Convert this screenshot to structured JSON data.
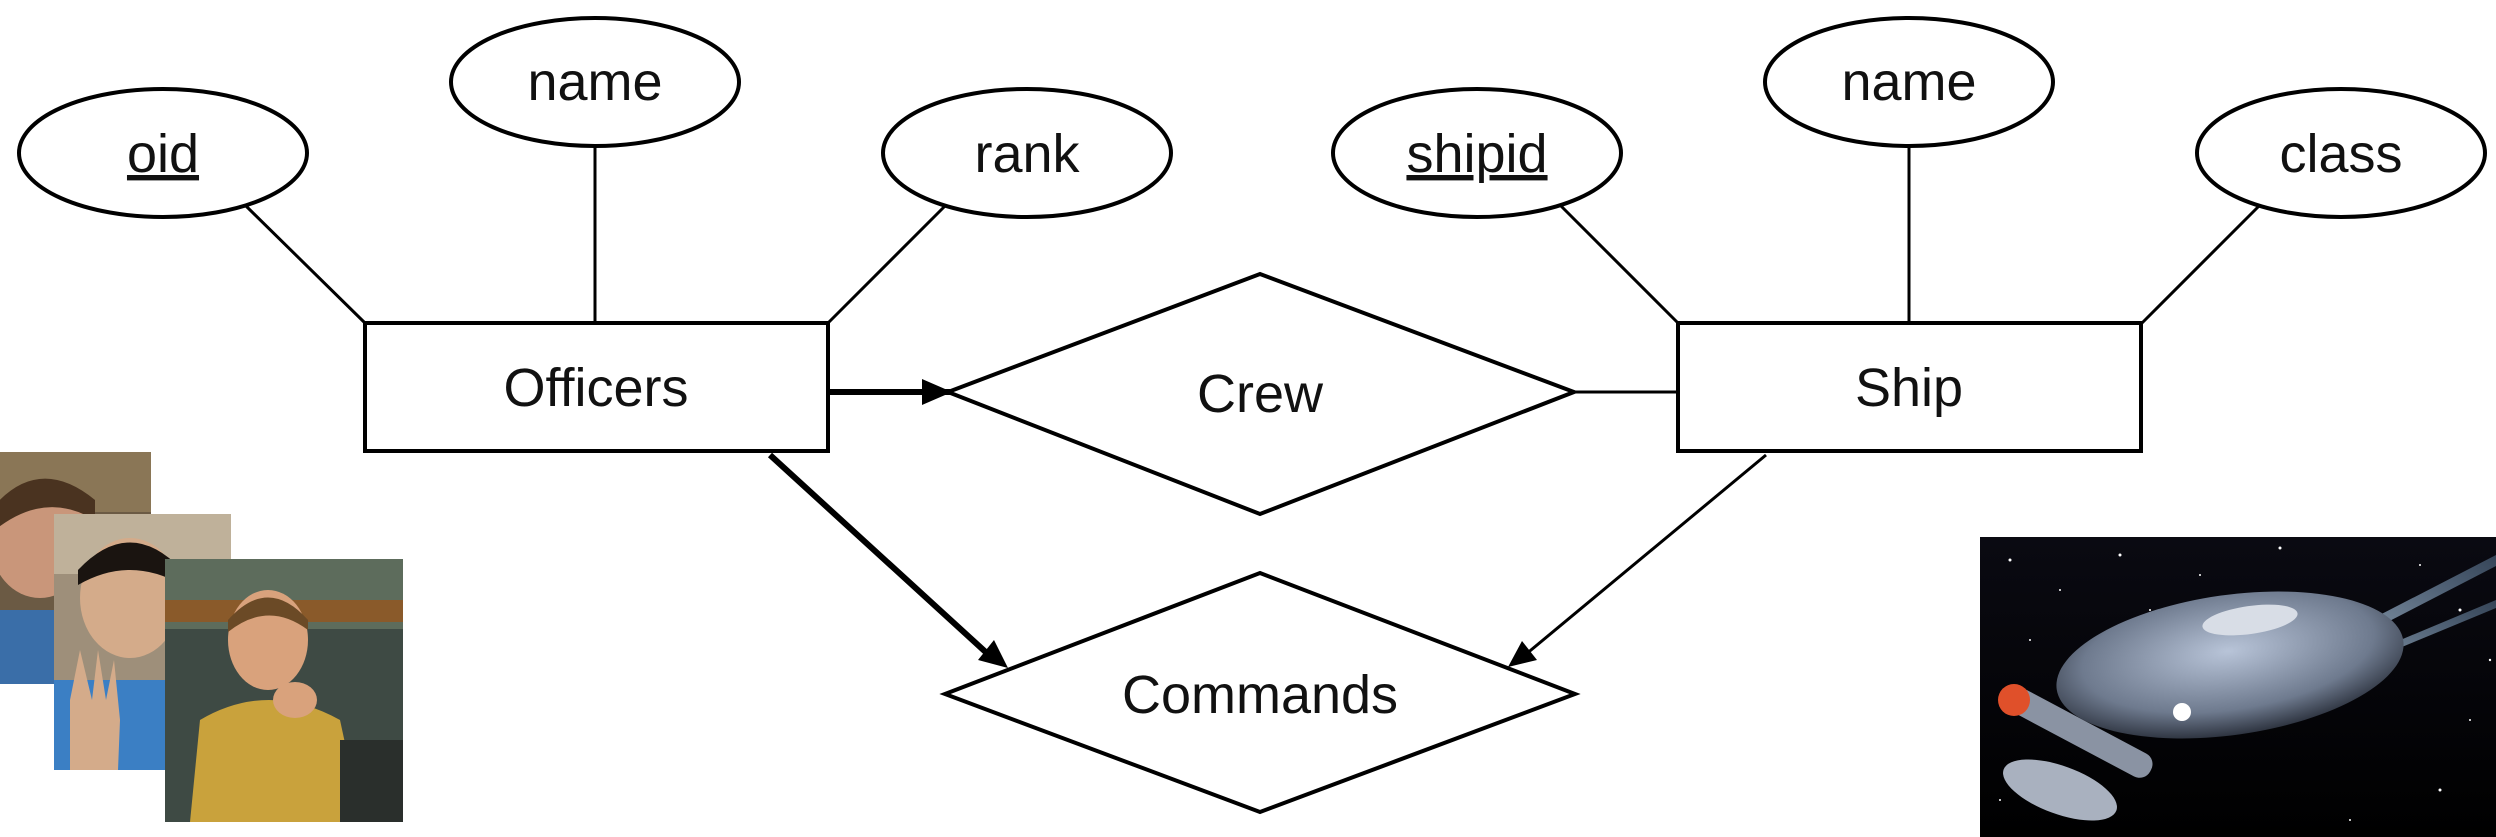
{
  "entities": {
    "officers": {
      "label": "Officers"
    },
    "ship": {
      "label": "Ship"
    }
  },
  "attributes": {
    "officers_oid": {
      "label": "oid",
      "key": true
    },
    "officers_name": {
      "label": "name",
      "key": false
    },
    "officers_rank": {
      "label": "rank",
      "key": false
    },
    "ship_shipid": {
      "label": "shipid",
      "key": true
    },
    "ship_name": {
      "label": "name",
      "key": false
    },
    "ship_class": {
      "label": "class",
      "key": false
    }
  },
  "relationships": {
    "crew": {
      "label": "Crew"
    },
    "commands": {
      "label": "Commands"
    }
  },
  "photos": {
    "officers_photo_stack": {
      "icon": "officer-portraits-photo",
      "count": 3
    },
    "ship_photo": {
      "icon": "starship-photo"
    }
  }
}
